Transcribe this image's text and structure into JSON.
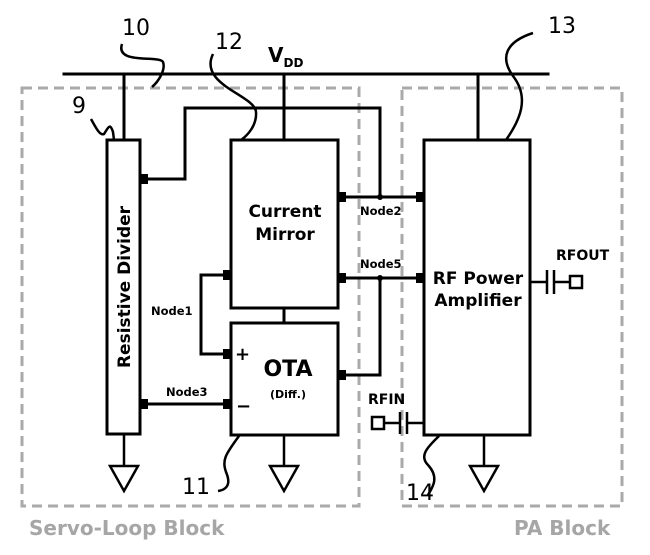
{
  "supply": {
    "label": "V",
    "subscript": "DD"
  },
  "groups": {
    "servo_loop": "Servo-Loop Block",
    "pa": "PA Block"
  },
  "blocks": {
    "resistive_divider": "Resistive Divider",
    "current_mirror_line1": "Current",
    "current_mirror_line2": "Mirror",
    "ota": "OTA",
    "ota_sub": "(Diff.)",
    "rf_pa_line1": "RF Power",
    "rf_pa_line2": "Amplifier"
  },
  "nodes": {
    "node1": "Node1",
    "node2": "Node2",
    "node3": "Node3",
    "node5": "Node5"
  },
  "ports": {
    "rfin": "RFIN",
    "rfout": "RFOUT"
  },
  "ota_inputs": {
    "plus": "+",
    "minus": "−"
  },
  "reference_numerals": {
    "r9": "9",
    "r10": "10",
    "r11": "11",
    "r12": "12",
    "r13": "13",
    "r14": "14"
  }
}
